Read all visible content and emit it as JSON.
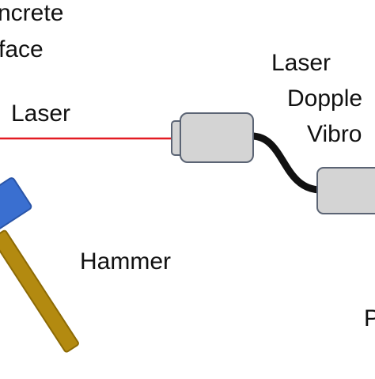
{
  "labels": {
    "concrete_line1": "ncrete",
    "concrete_line2": "face",
    "laser_beam": "Laser",
    "ldv_line1": "Laser",
    "ldv_line2": "Dopple",
    "ldv_line3": "Vibro",
    "hammer": "Hammer",
    "edge_right": "P"
  },
  "colors": {
    "laser_beam": "#e31b23",
    "device_fill": "#d4d4d4",
    "device_stroke": "#5b6474",
    "cable": "#111111",
    "hammer_head": "#3a6fd0",
    "hammer_handle": "#b38a10"
  },
  "icons": {
    "laser_head": "laser-head-icon",
    "processor_unit": "processor-unit-icon",
    "hammer": "hammer-icon"
  }
}
